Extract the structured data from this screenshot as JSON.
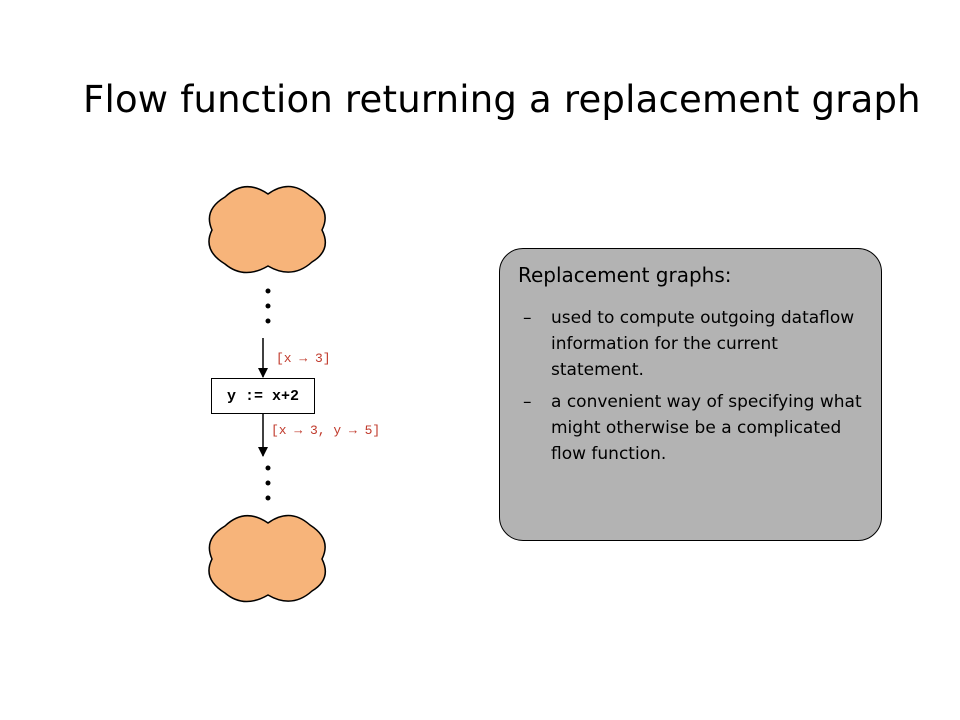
{
  "slide": {
    "title": "Flow function returning a replacement graph"
  },
  "diagram": {
    "statement": "y := x+2",
    "in_label": "[x → 3]",
    "out_label": "[x → 3, y → 5]",
    "cloud_color": "#f7b47a",
    "label_color": "#c0392b"
  },
  "note": {
    "heading": "Replacement graphs:",
    "bullets": [
      "used to compute outgoing dataflow information for the current statement.",
      "a convenient way of specifying what might otherwise be a complicated flow function."
    ],
    "bullet_marker": "–",
    "background": "#b3b3b3"
  }
}
